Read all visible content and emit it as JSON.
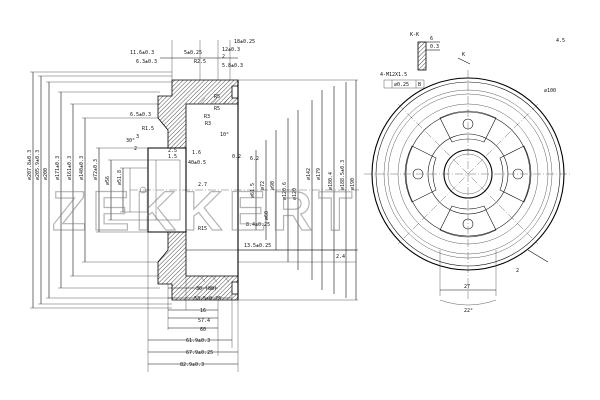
{
  "brand": {
    "name": "ZEKKERT"
  },
  "section_view": {
    "top_dims": [
      "11.6±0.3",
      "6.3±0.3",
      "5±0.25",
      "R2.5",
      "12±0.3",
      "18±0.25",
      "2",
      "5.8±0.3"
    ],
    "left_dims": [
      "⌀207.8±0.3",
      "⌀205.9±0.3",
      "⌀200",
      "⌀171±0.3",
      "⌀161±0.3",
      "⌀140±0.3",
      "⌀72±0.3",
      "⌀56",
      "⌀51.8"
    ],
    "inner_labels": [
      "R5",
      "R5",
      "R3",
      "R3",
      "6.5±0.3",
      "R1.5",
      "3",
      "30°",
      "2",
      "2.5",
      "1.5",
      "1.6",
      "2.7",
      "40±0.5",
      "10°",
      "R15",
      "8.4±0.25",
      "6.2",
      "0.2"
    ],
    "inner_right": [
      "⌀61.5",
      "⌀72",
      "⌀90",
      "⌀120.6",
      "⌀120",
      "⌀142",
      "⌀179",
      "⌀180.4",
      "⌀188.5±0.3",
      "⌀190",
      "⌀60"
    ],
    "bottom_dims": [
      "13.5±0.25",
      "2.4",
      "30 (88)",
      "53.5±0.25",
      "16",
      "57.4",
      "60",
      "61.9±0.3",
      "67.9±0.25",
      "82.9±0.3"
    ]
  },
  "k_detail": {
    "title": "K-K",
    "dims": [
      "6",
      "0.3"
    ]
  },
  "front_view": {
    "label_k": "K",
    "label_4x": "4-M12X1.5",
    "tolerance": "⌀0.25",
    "datum": "B",
    "bolt_circle": "⌀100",
    "bottom_dims": [
      "27",
      "22°"
    ],
    "side_dims": [
      "2"
    ],
    "corner": "4.5"
  }
}
